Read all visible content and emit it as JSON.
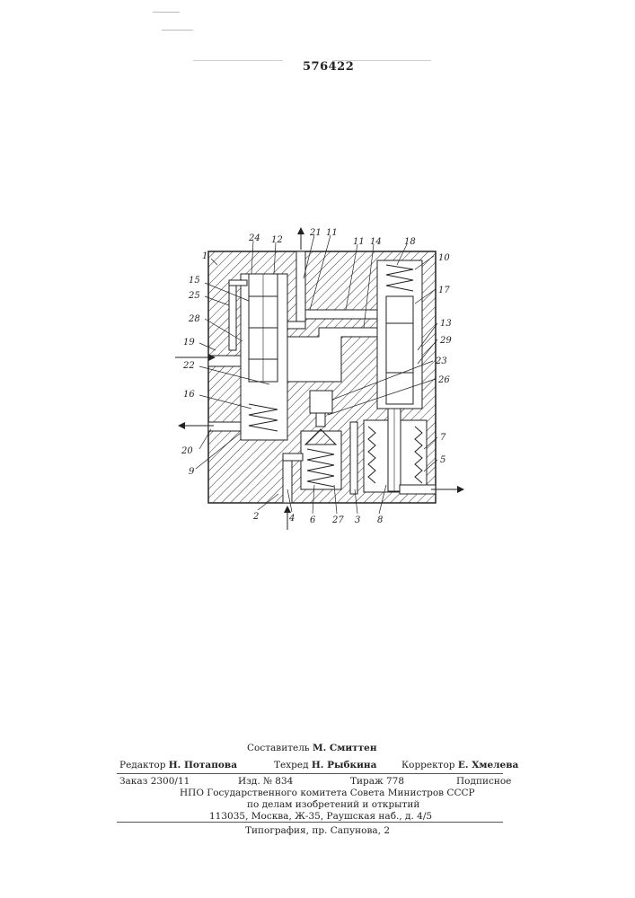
{
  "patent_number": "576422",
  "figure_labels": {
    "l1": "1",
    "l2": "2",
    "l3": "3",
    "l4": "4",
    "l5": "5",
    "l6": "6",
    "l7": "7",
    "l8": "8",
    "l9": "9",
    "l10": "10",
    "l11a": "11",
    "l11b": "11",
    "l12": "12",
    "l13": "13",
    "l14": "14",
    "l15": "15",
    "l16": "16",
    "l17": "17",
    "l18": "18",
    "l19": "19",
    "l20": "20",
    "l21": "21",
    "l22": "22",
    "l23": "23",
    "l24": "24",
    "l25": "25",
    "l26": "26",
    "l27": "27",
    "l28": "28",
    "l29": "29"
  },
  "footer": {
    "compiler_label": "Составитель",
    "compiler_name": "М. Смиттен",
    "editor_label": "Редактор",
    "editor_name": "Н. Потапова",
    "techred_label": "Техред",
    "techred_name": "Н. Рыбкина",
    "corrector_label": "Корректор",
    "corrector_name": "Е. Хмелева",
    "order": "Заказ 2300/11",
    "edition": "Изд. № 834",
    "circulation": "Тираж 778",
    "subscription": "Подписное",
    "org_line1": "НПО Государственного комитета Совета Министров СССР",
    "org_line2": "по делам изобретений и открытий",
    "address": "113035, Москва, Ж-35, Раушская наб., д. 4/5",
    "printer": "Типография, пр. Сапунова, 2"
  }
}
